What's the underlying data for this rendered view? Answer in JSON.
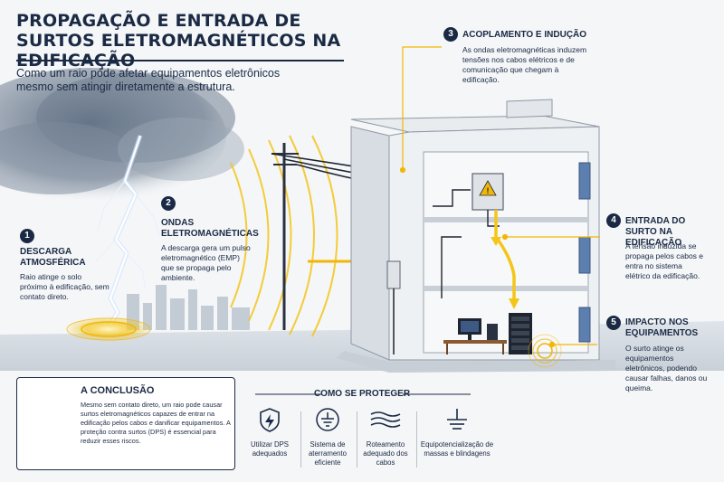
{
  "title": "PROPAGAÇÃO E ENTRADA DE SURTOS ELETROMAGNÉTICOS NA EDIFICAÇÃO",
  "subtitle": "Como um raio pode afetar equipamentos eletrônicos mesmo sem atingir diretamente a estrutura.",
  "steps": [
    {
      "num": "1",
      "title": "DESCARGA ATMOSFÉRICA",
      "text": "Raio atinge o solo próximo à edificação, sem contato direto."
    },
    {
      "num": "2",
      "title": "ONDAS ELETROMAGNÉTICAS",
      "text": "A descarga gera um pulso eletromagnético (EMP) que se propaga pelo ambiente."
    },
    {
      "num": "3",
      "title": "ACOPLAMENTO E INDUÇÃO",
      "text": "As ondas eletromagnéticas induzem tensões nos cabos elétricos e de comunicação que chegam à edificação."
    },
    {
      "num": "4",
      "title": "ENTRADA DO SURTO NA EDIFICAÇÃO",
      "text": "A tensão induzida se propaga pelos cabos e entra no sistema elétrico da edificação."
    },
    {
      "num": "5",
      "title": "IMPACTO NOS EQUIPAMENTOS",
      "text": "O surto atinge os equipamentos eletrônicos, podendo causar falhas, danos ou queima."
    }
  ],
  "conclusion": {
    "title": "A CONCLUSÃO",
    "text": "Mesmo sem contato direto, um raio pode causar surtos eletromagnéticos capazes de entrar na edificação pelos cabos e danificar equipamentos. A proteção contra surtos (DPS) é essencial para reduzir esses riscos."
  },
  "protection": {
    "title": "COMO SE PROTEGER",
    "items": [
      {
        "icon": "dps-shield-icon",
        "label": "Utilizar DPS adequados"
      },
      {
        "icon": "grounding-icon",
        "label": "Sistema de aterramento eficiente"
      },
      {
        "icon": "cable-routing-icon",
        "label": "Roteamento adequado dos cabos"
      },
      {
        "icon": "equipotential-icon",
        "label": "Equipotencialização de massas e blindagens"
      }
    ]
  },
  "colors": {
    "navy": "#1b2a44",
    "accent": "#f2b705",
    "surge": "#f5c518"
  }
}
